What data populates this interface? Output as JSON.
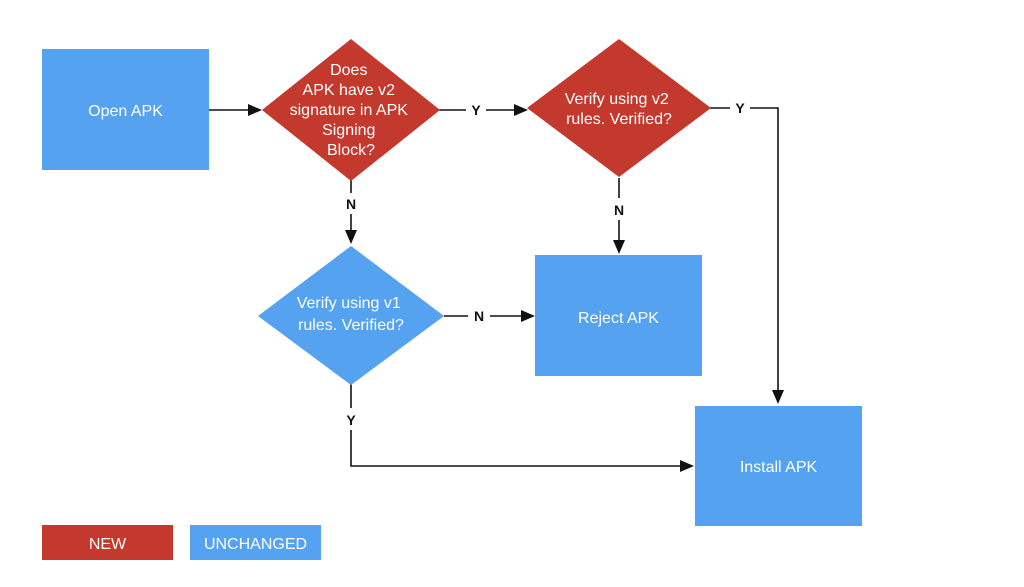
{
  "diagram": {
    "colors": {
      "new": "#c4392d",
      "unchanged": "#54a2f0",
      "line": "#111111",
      "text": "#ffffff"
    },
    "nodes": {
      "open_apk": {
        "lines": [
          "Open APK"
        ],
        "kind": "unchanged"
      },
      "v2_block_check": {
        "lines": [
          "Does",
          "APK have v2",
          "signature in APK",
          "Signing",
          "Block?"
        ],
        "kind": "new"
      },
      "verify_v2": {
        "lines": [
          "Verify using v2",
          "rules. Verified?"
        ],
        "kind": "new"
      },
      "verify_v1": {
        "lines": [
          "Verify using v1",
          "rules. Verified?"
        ],
        "kind": "unchanged"
      },
      "reject_apk": {
        "lines": [
          "Reject APK"
        ],
        "kind": "unchanged"
      },
      "install_apk": {
        "lines": [
          "Install APK"
        ],
        "kind": "unchanged"
      }
    },
    "edges": {
      "open_to_check": {
        "from": "open_apk",
        "to": "v2_block_check",
        "label": ""
      },
      "check_yes": {
        "from": "v2_block_check",
        "to": "verify_v2",
        "label": "Y"
      },
      "check_no": {
        "from": "v2_block_check",
        "to": "verify_v1",
        "label": "N"
      },
      "v2_no": {
        "from": "verify_v2",
        "to": "reject_apk",
        "label": "N"
      },
      "v2_yes": {
        "from": "verify_v2",
        "to": "install_apk",
        "label": "Y"
      },
      "v1_no": {
        "from": "verify_v1",
        "to": "reject_apk",
        "label": "N"
      },
      "v1_yes": {
        "from": "verify_v1",
        "to": "install_apk",
        "label": "Y"
      }
    },
    "legend": {
      "new": "NEW",
      "unchanged": "UNCHANGED"
    }
  }
}
